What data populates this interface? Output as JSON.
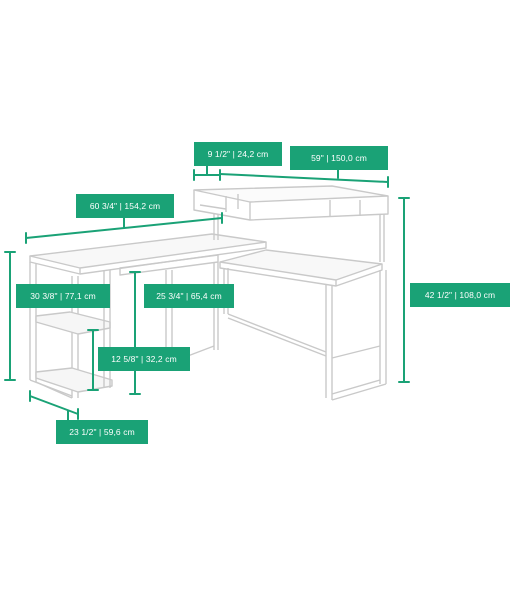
{
  "diagram": {
    "subject": "L-shaped desk with hutch and side shelves",
    "accent_color": "#1aa276",
    "line_color": "#1aa276",
    "furniture_outline_color": "#c8c8c8",
    "dimensions": {
      "hutch_depth": "9 1/2\"  |  24,2 cm",
      "hutch_width": "59\"  |  150,0 cm",
      "desk_width": "60 3/4\"  |  154,2 cm",
      "desk_height": "30 3/8\"  |  77,1 cm",
      "knee_height": "25 3/4\"  |  65,4 cm",
      "shelf_height": "12 5/8\"  |  32,2 cm",
      "overall_height": "42 1/2\"  |  108,0 cm",
      "side_depth": "23 1/2\"  |  59,6 cm"
    }
  }
}
